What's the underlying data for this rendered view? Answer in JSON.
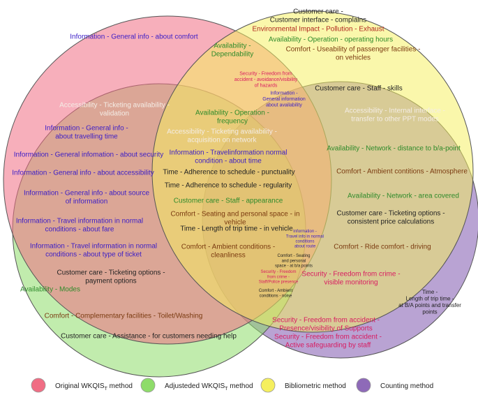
{
  "colors": {
    "original": "#f06d84",
    "adjusted": "#8edc6a",
    "bibliometric": "#f5ef5e",
    "counting": "#8e6ab8",
    "purple_text": "#3b1dc6",
    "dark_text": "#222222",
    "green_text": "#2e8a2a",
    "red_text": "#b0271f",
    "brown_text": "#7a3a10",
    "magenta_text": "#d81b60",
    "white_text": "#f4ede6"
  },
  "legend": [
    {
      "key": "original",
      "label": "Original WKQIS",
      "sub": "T",
      "suffix": " method"
    },
    {
      "key": "adjusted",
      "label": "Adjusteded WKQIS",
      "sub": "T",
      "suffix": " method"
    },
    {
      "key": "bibliometric",
      "label": "Bibliometric method",
      "sub": "",
      "suffix": ""
    },
    {
      "key": "counting",
      "label": "Counting method",
      "sub": "",
      "suffix": ""
    }
  ],
  "labels": [
    {
      "id": "cc-complains",
      "lines": [
        "Customer care -",
        "Customer interface - complains"
      ],
      "color": "dark_text",
      "size": 10
    },
    {
      "id": "env-impact",
      "lines": [
        "Environmental Impact - Pollution - Exhaust"
      ],
      "color": "red_text",
      "size": 10
    },
    {
      "id": "avail-hours",
      "lines": [
        "Availability - Operation - operating hours"
      ],
      "color": "green_text",
      "size": 10
    },
    {
      "id": "comfort-facilities",
      "lines": [
        "Comfort - Useability of passenger facilities -",
        "on vehicles"
      ],
      "color": "brown_text",
      "size": 10
    },
    {
      "id": "info-comfort",
      "lines": [
        "Information - General info - about comfort"
      ],
      "color": "purple_text",
      "size": 10
    },
    {
      "id": "avail-dependability",
      "lines": [
        "Availability -",
        "Dependability"
      ],
      "color": "green_text",
      "size": 10
    },
    {
      "id": "sec-hazards",
      "lines": [
        "Security - Freedom from",
        "accident - avoidance/visibility",
        "of hazards"
      ],
      "color": "magenta_text",
      "size": 7
    },
    {
      "id": "info-availability",
      "lines": [
        "Information -",
        "General information",
        "about availability"
      ],
      "color": "purple_text",
      "size": 7
    },
    {
      "id": "cc-staff-skills",
      "lines": [
        "Customer care - Staff - skills"
      ],
      "color": "dark_text",
      "size": 10
    },
    {
      "id": "acc-ticketing-validation",
      "lines": [
        "Accessibility - Ticketing availability -",
        "validation"
      ],
      "color": "white_text",
      "size": 10
    },
    {
      "id": "avail-op-frequency",
      "lines": [
        "Availability - Operation -",
        "frequency"
      ],
      "color": "green_text",
      "size": 10
    },
    {
      "id": "acc-internal-interface",
      "lines": [
        "Accessibility - Internal interface -",
        "transfer to other PPT modes"
      ],
      "color": "white_text",
      "size": 10
    },
    {
      "id": "info-travelling-time",
      "lines": [
        "Information - General info -",
        "about travelling time"
      ],
      "color": "purple_text",
      "size": 10
    },
    {
      "id": "acc-ticketing-network",
      "lines": [
        "Accessibility - Ticketing availability -",
        "acquisition on network"
      ],
      "color": "white_text",
      "size": 10
    },
    {
      "id": "avail-network-distance",
      "lines": [
        "Availability - Network - distance to b/a-point"
      ],
      "color": "green_text",
      "size": 10
    },
    {
      "id": "info-security",
      "lines": [
        "Information - General infomation - about security"
      ],
      "color": "purple_text",
      "size": 10
    },
    {
      "id": "info-travel-normal-time",
      "lines": [
        "Information - Travelinformation normal",
        "condition - about time"
      ],
      "color": "purple_text",
      "size": 10
    },
    {
      "id": "comfort-ambient-atmosphere",
      "lines": [
        "Comfort - Ambient contitions - Atmosphere"
      ],
      "color": "brown_text",
      "size": 10
    },
    {
      "id": "info-accessibility",
      "lines": [
        "Information - General info - about accessibility"
      ],
      "color": "purple_text",
      "size": 10
    },
    {
      "id": "time-punctuality",
      "lines": [
        "Time - Adherence to schedule - punctuality"
      ],
      "color": "dark_text",
      "size": 10
    },
    {
      "id": "time-regularity",
      "lines": [
        "Time - Adherence to schedule - regularity"
      ],
      "color": "dark_text",
      "size": 10
    },
    {
      "id": "info-source",
      "lines": [
        "Information - General info - about source",
        "of information"
      ],
      "color": "purple_text",
      "size": 10
    },
    {
      "id": "avail-network-area",
      "lines": [
        "Availability - Network - area covered"
      ],
      "color": "green_text",
      "size": 10
    },
    {
      "id": "cc-staff-appearance",
      "lines": [
        "Customer care - Staff - appearance"
      ],
      "color": "green_text",
      "size": 10
    },
    {
      "id": "comfort-seating-vehicle",
      "lines": [
        "Comfort - Seating and personal space - in",
        "vehicle"
      ],
      "color": "brown_text",
      "size": 10
    },
    {
      "id": "cc-ticketing-consistent",
      "lines": [
        "Customer care - Ticketing options -",
        "consistent price calculations"
      ],
      "color": "dark_text",
      "size": 10
    },
    {
      "id": "info-travel-fare",
      "lines": [
        "Information - Travel information in normal",
        "conditions - about fare"
      ],
      "color": "purple_text",
      "size": 10
    },
    {
      "id": "time-trip-vehicle",
      "lines": [
        "Time - Length of trip time - in vehicle"
      ],
      "color": "dark_text",
      "size": 10
    },
    {
      "id": "info-travel-route",
      "lines": [
        "Information -",
        "Travel info in normal",
        "conditions",
        "about route"
      ],
      "color": "purple_text",
      "size": 6
    },
    {
      "id": "comfort-ride",
      "lines": [
        "Comfort - Ride comfort - driving"
      ],
      "color": "brown_text",
      "size": 10
    },
    {
      "id": "info-travel-ticket",
      "lines": [
        "Information - Travel information in normal",
        "conditions - about type of ticket"
      ],
      "color": "purple_text",
      "size": 10
    },
    {
      "id": "comfort-ambient-cleanliness",
      "lines": [
        "Comfort - Ambient conditions -",
        "cleanliness"
      ],
      "color": "brown_text",
      "size": 10
    },
    {
      "id": "comfort-seating-ba",
      "lines": [
        "Comfort - Seating",
        "and personal",
        "space - at b/a points"
      ],
      "color": "dark_text",
      "size": 6
    },
    {
      "id": "sec-police",
      "lines": [
        "Security - Freedom",
        "from crime -",
        "Staff/Police presence"
      ],
      "color": "magenta_text",
      "size": 6
    },
    {
      "id": "comfort-ambient-noise",
      "lines": [
        "Comfort - Ambient",
        "conditions - noise"
      ],
      "color": "dark_text",
      "size": 6
    },
    {
      "id": "sec-monitoring",
      "lines": [
        "Security - Freedom from crime -",
        "visible monitoring"
      ],
      "color": "magenta_text",
      "size": 10
    },
    {
      "id": "cc-ticketing-payment",
      "lines": [
        "Customer care - Ticketing options -",
        "payment options"
      ],
      "color": "dark_text",
      "size": 10
    },
    {
      "id": "avail-modes",
      "lines": [
        "Availability - Modes"
      ],
      "color": "green_text",
      "size": 10
    },
    {
      "id": "time-trip-ba",
      "lines": [
        "Time -",
        "Length of trip time -",
        "at B/A points and transfer",
        "points"
      ],
      "color": "dark_text",
      "size": 8
    },
    {
      "id": "comfort-toilet",
      "lines": [
        "Comfort - Complementary  facilities -  Toilet/Washing"
      ],
      "color": "brown_text",
      "size": 10
    },
    {
      "id": "sec-supports",
      "lines": [
        "Security - Freedom from accident -",
        "Presence/visibility of Supports"
      ],
      "color": "magenta_text",
      "size": 10
    },
    {
      "id": "cc-assistance",
      "lines": [
        "Customer care - Assistance - for customers needing help"
      ],
      "color": "dark_text",
      "size": 10
    },
    {
      "id": "sec-safeguarding",
      "lines": [
        "Security - Freedom from accident -",
        "Active safeguarding by staff"
      ],
      "color": "magenta_text",
      "size": 10
    }
  ]
}
